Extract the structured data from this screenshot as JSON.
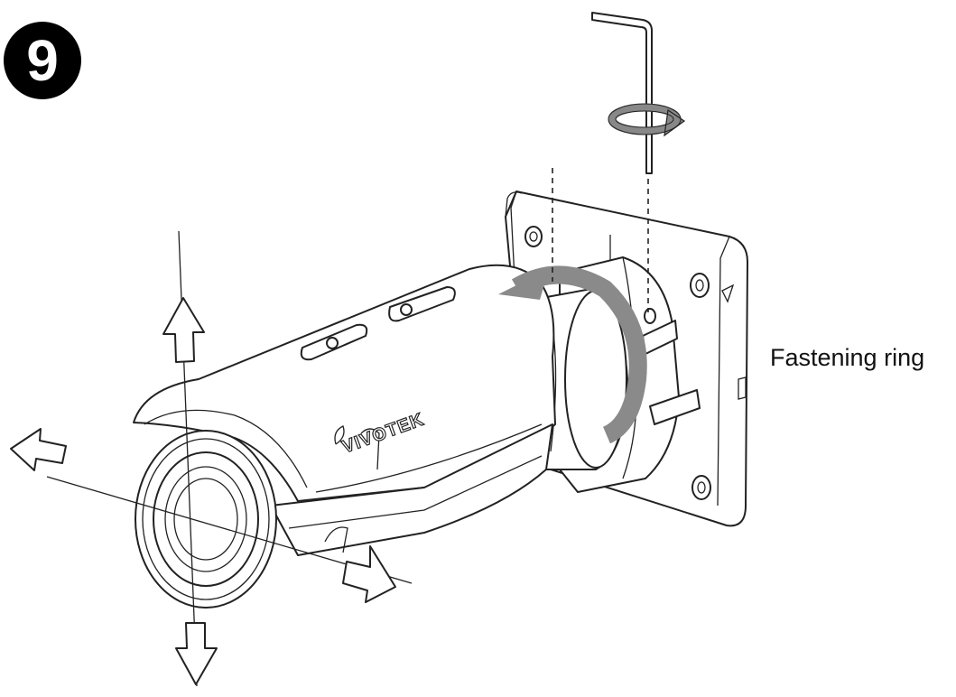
{
  "step_number": "9",
  "callout_label": "Fastening ring",
  "brand_mark": "VIVOTEK",
  "colors": {
    "line": "#222222",
    "rotation_arrow": "#8a8a8a",
    "badge": "#000000"
  },
  "icons": [
    "hex-key-icon",
    "rotate-arrow-icon",
    "direction-arrow-icon"
  ]
}
